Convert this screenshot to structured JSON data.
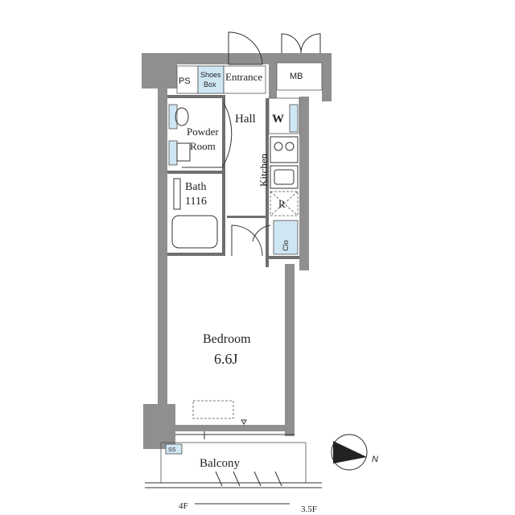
{
  "plan": {
    "rooms": {
      "entrance": "Entrance",
      "shoes_box_line1": "Shoes",
      "shoes_box_line2": "Box",
      "ps": "PS",
      "mb": "MB",
      "hall": "Hall",
      "powder_room_line1": "Powder",
      "powder_room_line2": "Room",
      "bath_line1": "Bath",
      "bath_line2": "1116",
      "kitchen": "Kitchen",
      "w": "W",
      "r": "R",
      "clo": "Clo",
      "bedroom": "Bedroom",
      "bedroom_size": "6.6J",
      "balcony": "Balcony",
      "ss": "SS"
    },
    "compass": {
      "north_label": "N"
    },
    "ceiling": {
      "left": "4F",
      "right": "3.5F"
    }
  },
  "colors": {
    "wall": "#8f8f8f",
    "fixture_blue": "#cfe6f3",
    "line": "#333333"
  }
}
